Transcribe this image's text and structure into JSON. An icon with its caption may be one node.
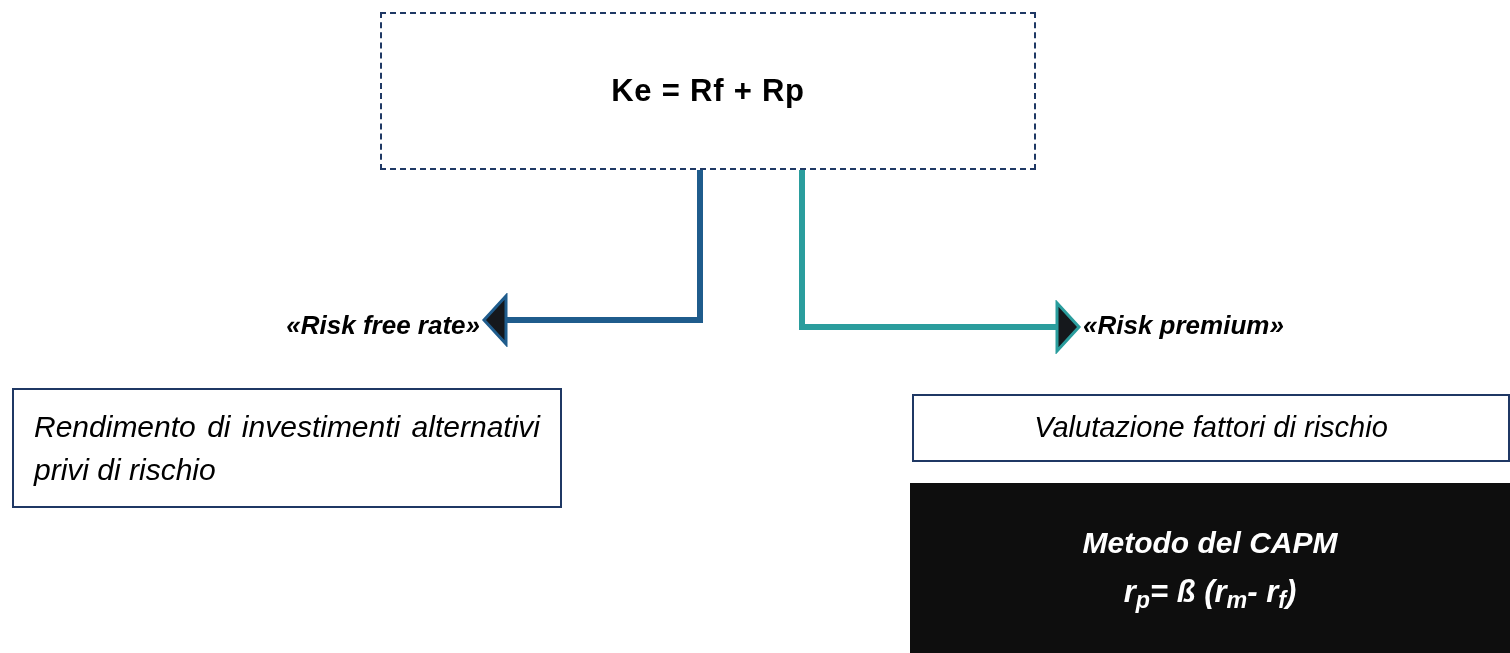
{
  "diagram": {
    "nodes": [
      {
        "text": [
          "Ke = Rf + Rp"
        ]
      },
      {
        "text": [
          "«Risk free rate»"
        ]
      },
      {
        "text": [
          "«Risk premium»"
        ]
      },
      {
        "text": [
          "Rendimento di investimenti alternativi privi di rischio"
        ]
      },
      {
        "text": [
          "Valutazione fattori di rischio"
        ]
      },
      {
        "text": [
          "Metodo del CAPM",
          "r$_{p}$= ß (r$_{m}$- r$_{f}$)"
        ]
      }
    ],
    "edges": [
      {
        "from": 0,
        "to": 1,
        "arrow": "to",
        "color": "#1f5c8c"
      },
      {
        "from": 0,
        "to": 2,
        "arrow": "to",
        "color": "#2a9d9d"
      }
    ]
  }
}
